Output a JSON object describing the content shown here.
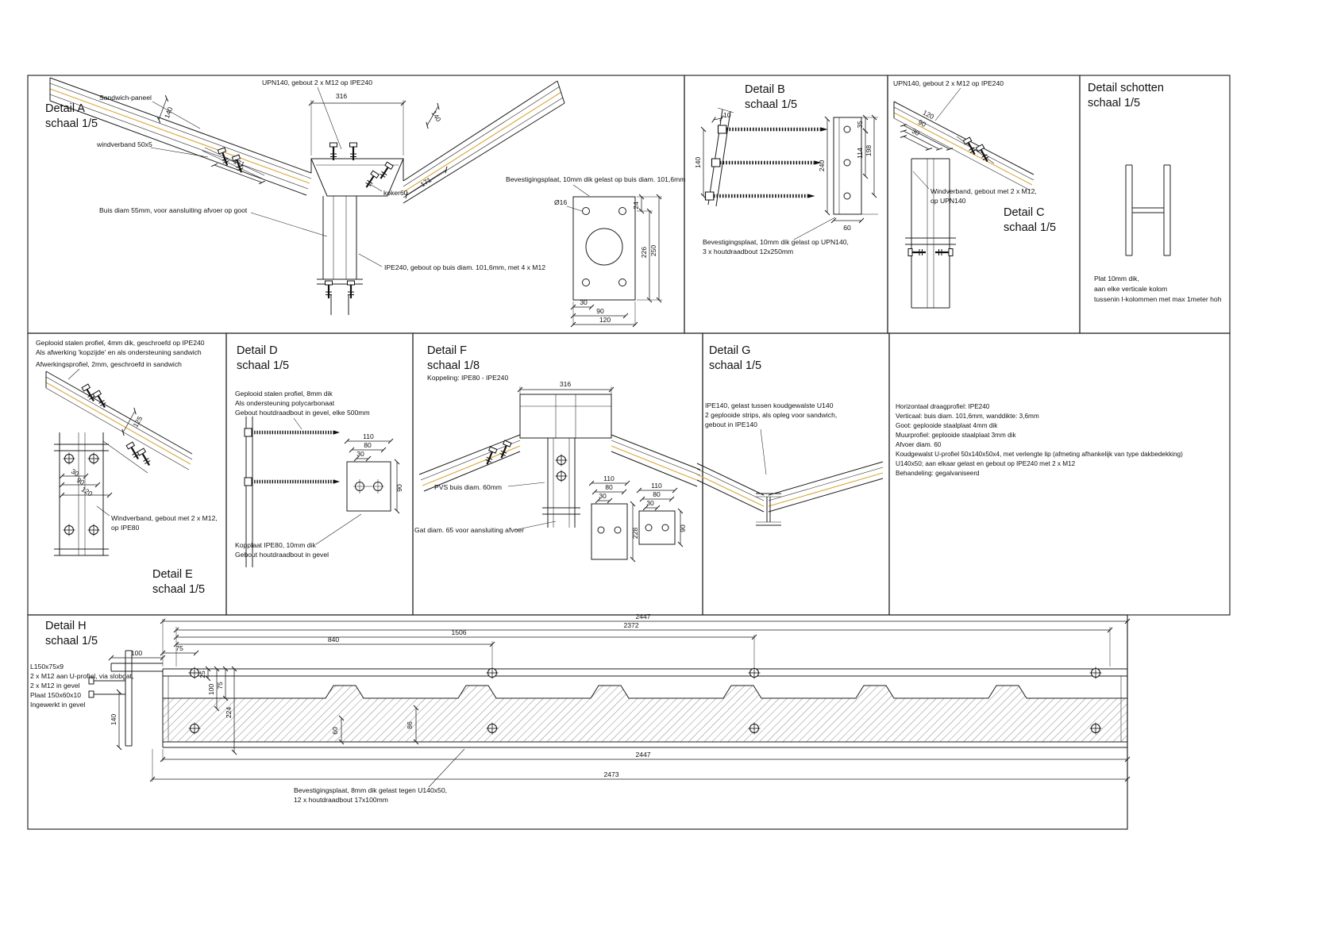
{
  "sheet": {
    "background": "#ffffff",
    "line_color": "#1c1c1c",
    "accent_color": "#d9a93d"
  },
  "panels": {
    "detail_a": {
      "title": "Detail A",
      "scale": "schaal 1/5",
      "labels": {
        "sandwich_panel": "Sandwich-paneel",
        "windverband": "windverband 50x5",
        "upn": "UPN140, gebout 2 x M12 op IPE240",
        "koker": "koker60",
        "buis": "Buis diam 55mm, voor aansluiting afvoer op goot",
        "ipe": "IPE240, gebout op buis diam. 101,6mm, met 4 x M12"
      },
      "dims": [
        "316",
        "140",
        "171",
        "140",
        "171"
      ]
    },
    "plate_a": {
      "label": "Bevestigingsplaat, 10mm dik gelast op buis diam. 101,6mm",
      "hole_label": "Ø16",
      "dims": [
        "24",
        "226",
        "250",
        "30",
        "90",
        "120"
      ]
    },
    "detail_b": {
      "title": "Detail B",
      "scale": "schaal 1/5",
      "labels": [
        "Bevestigingsplaat, 10mm dik gelast op UPN140,",
        "3 x houtdraadbout 12x250mm"
      ],
      "dims": [
        "10",
        "140",
        "240",
        "35",
        "114",
        "198",
        "60"
      ]
    },
    "detail_c": {
      "title": "Detail C",
      "scale": "schaal 1/5",
      "labels": {
        "upn": "UPN140, gebout 2 x M12 op IPE240",
        "windverband_1": "Windverband, gebout met 2 x M12,",
        "windverband_2": "op UPN140"
      },
      "dims": [
        "120",
        "90",
        "30"
      ]
    },
    "detail_schotten": {
      "title": "Detail schotten",
      "scale": "schaal 1/5",
      "notes": [
        "Plat 10mm dik,",
        "aan elke verticale kolom",
        "tussenin I-kolommen met max 1meter hoh"
      ]
    },
    "detail_e": {
      "title": "Detail E",
      "scale": "schaal 1/5",
      "notes": [
        "Geplooid stalen profiel, 4mm dik, geschroefd op IPE240",
        "Als afwerking 'kopzijde' en als ondersteuning sandwich",
        "Afwerkingsprofiel, 2mm, geschroefd in sandwich"
      ],
      "labels": {
        "windverband_1": "Windverband, gebout met 2 x M12,",
        "windverband_2": "op IPE80"
      },
      "dims": [
        "125",
        "30",
        "90",
        "120"
      ]
    },
    "detail_d": {
      "title": "Detail D",
      "scale": "schaal 1/5",
      "notes": [
        "Geplooid stalen profiel, 8mm dik",
        "Als ondersteuning polycarbonaat",
        "Gebout houtdraadbout in gevel, elke 500mm"
      ],
      "labels": [
        "Kopplaat IPE80, 10mm dik",
        "Gebout houtdraadbout in gevel"
      ],
      "dims": [
        "110",
        "80",
        "30",
        "90"
      ]
    },
    "detail_f": {
      "title": "Detail F",
      "scale": "schaal 1/8",
      "subtitle": "Koppeling: IPE80 - IPE240",
      "labels": [
        "PVS buis diam. 60mm",
        "Gat diam. 65 voor aansluiting afvoer"
      ],
      "dims": [
        "316",
        "110",
        "80",
        "30",
        "228",
        "110",
        "80",
        "30",
        "90"
      ]
    },
    "detail_g": {
      "title": "Detail G",
      "scale": "schaal 1/5",
      "notes": [
        "IPE140, gelast tussen koudgewalste U140",
        "2 geplooide strips, als opleg voor sandwich,",
        "gebout in IPE140"
      ]
    },
    "specs": {
      "lines": [
        "Horizontaal draagprofiel: IPE240",
        "Verticaal: buis diam. 101,6mm, wanddikte: 3,6mm",
        "Goot: geplooide staalplaat 4mm dik",
        "Muurprofiel: geplooide staalplaat 3mm dik",
        "Afvoer diam. 60",
        "Koudgewalst U-profiel 50x140x50x4, met verlengte lip (afmeting afhankelijk van type dakbedekking)",
        "U140x50; aan elkaar gelast en gebout op IPE240 met 2 x M12",
        "Behandeling: gegalvaniseerd"
      ]
    },
    "detail_h": {
      "title": "Detail H",
      "scale": "schaal 1/5",
      "notes": [
        "L150x75x9",
        "2 x M12 aan U-profiel, via slobgat,",
        "2 x M12 in gevel",
        "Plaat 150x60x10",
        "Ingewerkt in gevel"
      ],
      "labels": [
        "Bevestigingsplaat, 8mm dik gelast tegen U140x50,",
        "12 x houtdraadbout 17x100mm"
      ],
      "dims_top": [
        "2447",
        "2372",
        "1506",
        "840",
        "75",
        "100"
      ],
      "dims_left": [
        "25",
        "100",
        "75",
        "224",
        "140"
      ],
      "dims_inner": [
        "60",
        "86"
      ],
      "dims_bottom": [
        "2447",
        "2473"
      ]
    }
  }
}
